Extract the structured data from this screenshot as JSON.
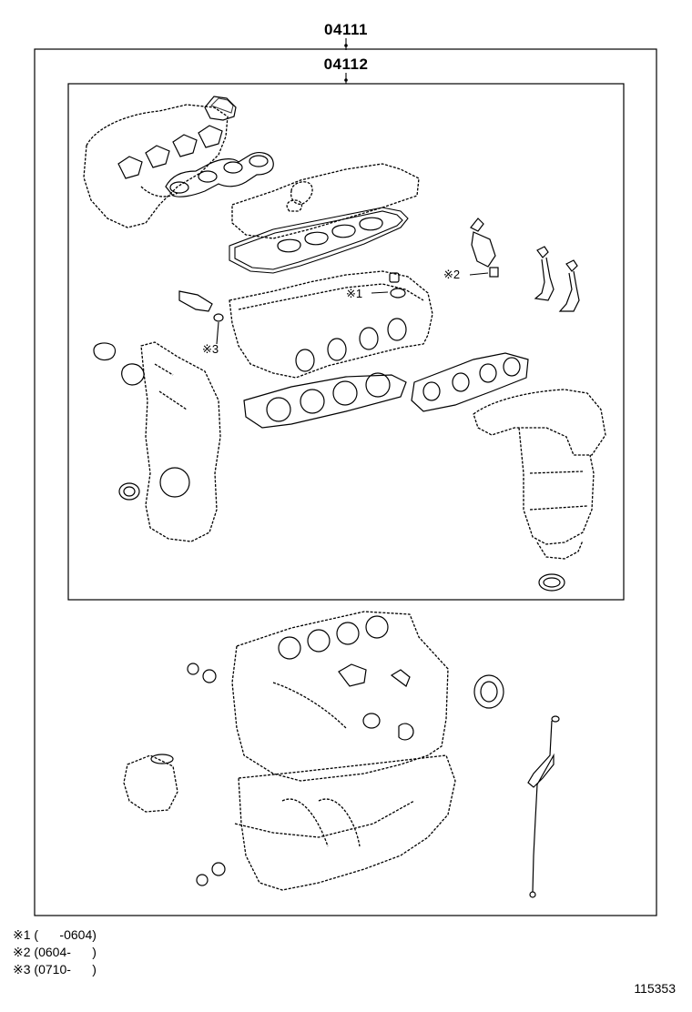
{
  "assemblies": {
    "outer_part_number": "04111",
    "inner_part_number": "04112"
  },
  "callouts": [
    {
      "mark": "※1"
    },
    {
      "mark": "※2"
    },
    {
      "mark": "※3"
    }
  ],
  "legend": [
    {
      "mark": "※1",
      "range": "(      -0604)"
    },
    {
      "mark": "※2",
      "range": "(0604-      )"
    },
    {
      "mark": "※3",
      "range": "(0710-      )"
    }
  ],
  "illustration_number": "115353"
}
